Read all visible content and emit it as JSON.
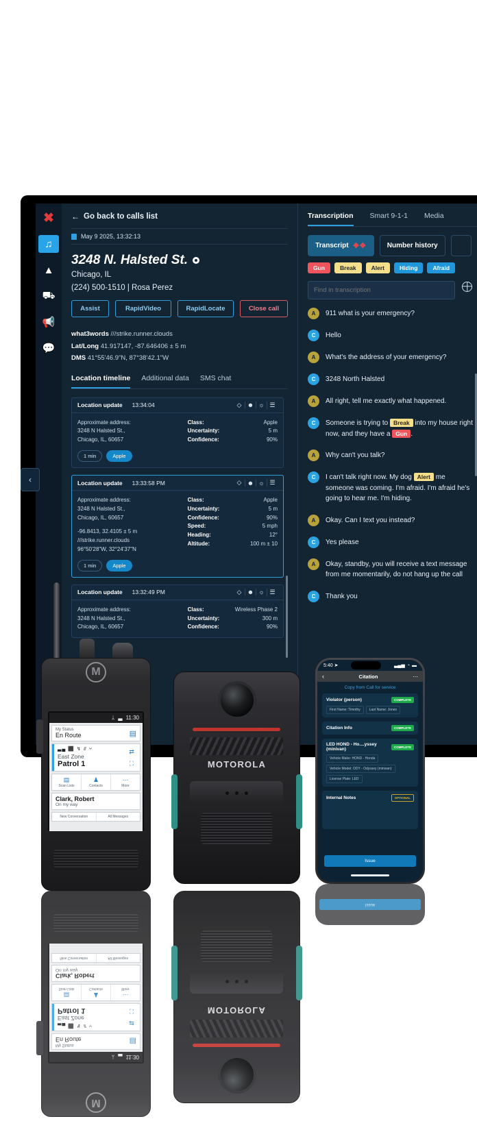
{
  "app": {
    "rail": [
      {
        "name": "brand-logo",
        "glyph": "✖"
      },
      {
        "name": "headset-icon",
        "glyph": "♫"
      },
      {
        "name": "alert-icon",
        "glyph": "⛰"
      },
      {
        "name": "vehicle-icon",
        "glyph": "⛟"
      },
      {
        "name": "megaphone-icon",
        "glyph": "◤"
      },
      {
        "name": "chat-icon",
        "glyph": "⌨"
      }
    ],
    "back_link": "Go back to calls list",
    "date": "May 9 2025, 13:32:13",
    "address": "3248 N. Halsted St.",
    "city": "Chicago, IL",
    "caller": "(224) 500-1510  |  Rosa Perez",
    "actions": {
      "assist": "Assist",
      "rapid_video": "RapidVideo",
      "rapid_locate": "RapidLocate",
      "close_call": "Close call"
    },
    "geo": {
      "w3w_label": "what3words",
      "w3w_value": "///strike.runner.clouds",
      "latlong_label": "Lat/Long",
      "latlong_value": "41.917147, -87.646406 ± 5 m",
      "dms_label": "DMS",
      "dms_value": "41°55'46.9\"N, 87°38'42.1\"W"
    },
    "left_tabs": [
      {
        "label": "Location timeline",
        "active": true
      },
      {
        "label": "Additional data",
        "active": false
      },
      {
        "label": "SMS chat",
        "active": false
      }
    ],
    "location_updates": [
      {
        "title": "Location update",
        "time": "13:34:04",
        "addr_label": "Approximate address:",
        "addr_line1": "3248 N Halsted St.,",
        "addr_line2": "Chicago, IL, 60657",
        "extra1": "",
        "extra2": "",
        "extra3": "",
        "fields": [
          {
            "k": "Class:",
            "v": "Apple"
          },
          {
            "k": "Uncertainty:",
            "v": "5 m"
          },
          {
            "k": "Confidence:",
            "v": "90%"
          }
        ],
        "pills": [
          {
            "text": "1 min",
            "style": "plain"
          },
          {
            "text": "Apple",
            "style": "blue"
          }
        ],
        "selected": false
      },
      {
        "title": "Location update",
        "time": "13:33:58 PM",
        "addr_label": "Approximate address:",
        "addr_line1": "3248 N Halsted St.,",
        "addr_line2": "Chicago, IL, 60657",
        "extra1": "-96.8413, 32.4105 ± 5 m",
        "extra2": "///strike.runner.clouds",
        "extra3": "96°50'28\"W, 32°24'37\"N",
        "fields": [
          {
            "k": "Class:",
            "v": "Apple"
          },
          {
            "k": "Uncertainty:",
            "v": "5 m"
          },
          {
            "k": "Confidence:",
            "v": "90%"
          },
          {
            "k": "Speed:",
            "v": "5 mph"
          },
          {
            "k": "Heading:",
            "v": "12°"
          },
          {
            "k": "Altitude:",
            "v": "100 m ± 10"
          }
        ],
        "pills": [
          {
            "text": "1 min",
            "style": "plain"
          },
          {
            "text": "Apple",
            "style": "blue"
          }
        ],
        "selected": true
      },
      {
        "title": "Location update",
        "time": "13:32:49 PM",
        "addr_label": "Approximate address:",
        "addr_line1": "3248 N Halsted St.,",
        "addr_line2": "Chicago, IL, 60657",
        "extra1": "",
        "extra2": "",
        "extra3": "",
        "fields": [
          {
            "k": "Class:",
            "v": "Wireless Phase 2"
          },
          {
            "k": "Uncertainty:",
            "v": "300 m"
          },
          {
            "k": "Confidence:",
            "v": "90%"
          }
        ],
        "pills": [],
        "selected": false
      }
    ],
    "right_tabs": [
      {
        "label": "Transcription",
        "active": true
      },
      {
        "label": "Smart 9-1-1",
        "active": false
      },
      {
        "label": "Media",
        "active": false
      }
    ],
    "segments": [
      {
        "label": "Transcript",
        "active": true,
        "icon": "bowtie-icon"
      },
      {
        "label": "Number history",
        "active": false,
        "icon": ""
      },
      {
        "label": "",
        "active": false,
        "icon": ""
      }
    ],
    "keyword_tags": [
      {
        "text": "Gun",
        "color": "red"
      },
      {
        "text": "Break",
        "color": "yellow"
      },
      {
        "text": "Alert",
        "color": "yellow"
      },
      {
        "text": "Hiding",
        "color": "blue"
      },
      {
        "text": "Afraid",
        "color": "blue"
      }
    ],
    "find_placeholder": "Find in transcription",
    "transcript": [
      {
        "speaker": "A",
        "segments": [
          {
            "t": "911 what is your emergency?",
            "hl": ""
          }
        ]
      },
      {
        "speaker": "C",
        "segments": [
          {
            "t": "Hello",
            "hl": ""
          }
        ]
      },
      {
        "speaker": "A",
        "segments": [
          {
            "t": "What's the address of your emergency?",
            "hl": ""
          }
        ]
      },
      {
        "speaker": "C",
        "segments": [
          {
            "t": "3248 North Halsted",
            "hl": ""
          }
        ]
      },
      {
        "speaker": "A",
        "segments": [
          {
            "t": "All right, tell me exactly what happened.",
            "hl": ""
          }
        ]
      },
      {
        "speaker": "C",
        "segments": [
          {
            "t": "Someone is trying to ",
            "hl": ""
          },
          {
            "t": "Break",
            "hl": "y"
          },
          {
            "t": " into my house right now, and they have a ",
            "hl": ""
          },
          {
            "t": "Gun",
            "hl": "r"
          },
          {
            "t": ".",
            "hl": ""
          }
        ]
      },
      {
        "speaker": "A",
        "segments": [
          {
            "t": "Why can't you talk?",
            "hl": ""
          }
        ]
      },
      {
        "speaker": "C",
        "segments": [
          {
            "t": "I can't talk right now. My dog ",
            "hl": ""
          },
          {
            "t": "Alert",
            "hl": "y"
          },
          {
            "t": " me someone was coming. I'm afraid. I'm afraid he's going to hear me. I'm hiding.",
            "hl": ""
          }
        ]
      },
      {
        "speaker": "A",
        "segments": [
          {
            "t": "Okay. Can I text you instead?",
            "hl": ""
          }
        ]
      },
      {
        "speaker": "C",
        "segments": [
          {
            "t": "Yes please",
            "hl": ""
          }
        ]
      },
      {
        "speaker": "A",
        "segments": [
          {
            "t": "Okay, standby, you will receive a text message from me momentarily, do not hang up the call",
            "hl": ""
          }
        ]
      },
      {
        "speaker": "C",
        "segments": [
          {
            "t": "Thank you",
            "hl": ""
          }
        ]
      }
    ],
    "collapse_handle": "‹"
  },
  "radio": {
    "status_time": "11:30",
    "bluetooth_icon": "ᛦ",
    "battery_icon": "▃",
    "my_status_label": "My Status",
    "my_status_value": "En Route",
    "signal_row": "▃▄ ⬛ ↯ ⫻ ⑂",
    "zone": "East Zone",
    "channel": "Patrol 1",
    "nav": [
      {
        "label": "Scan Lists",
        "icon": "scan-lists-icon"
      },
      {
        "label": "Contacts",
        "icon": "contacts-icon"
      },
      {
        "label": "More",
        "icon": "more-icon"
      }
    ],
    "message_name": "Clark, Robert",
    "message_text": "On my way",
    "footer": [
      {
        "label": "New Conversation"
      },
      {
        "label": "All Messages"
      }
    ]
  },
  "bodycam": {
    "brand": "MOTOROLA"
  },
  "phone": {
    "status_time": "5:40",
    "location_arrow": "➤",
    "signal": "▃▄▅",
    "wifi": "◔",
    "battery": "▬",
    "nav_back": "‹",
    "nav_title": "Citation",
    "nav_more": "⋯",
    "copy_link": "Copy from Call for service",
    "sections": [
      {
        "title": "Violator (person)",
        "badge": "COMPLETE",
        "badge_type": "complete",
        "chips": [
          "First Name: Timothy",
          "Last Name: Jones"
        ]
      },
      {
        "title": "Citation Info",
        "badge": "COMPLETE",
        "badge_type": "complete",
        "chips": []
      },
      {
        "title": "LED HOND - Ho....yssey (minivan)",
        "badge": "COMPLETE",
        "badge_type": "complete",
        "chips": [
          "Vehicle Make: HOND - Honda",
          "Vehicle Model: ODY - Odyssey (minivan)",
          "License Plate: LED"
        ]
      },
      {
        "title": "Internal Notes",
        "badge": "OPTIONAL",
        "badge_type": "optional",
        "chips": []
      }
    ],
    "issue_button": "Issue",
    "reflection_button": "Issue"
  }
}
